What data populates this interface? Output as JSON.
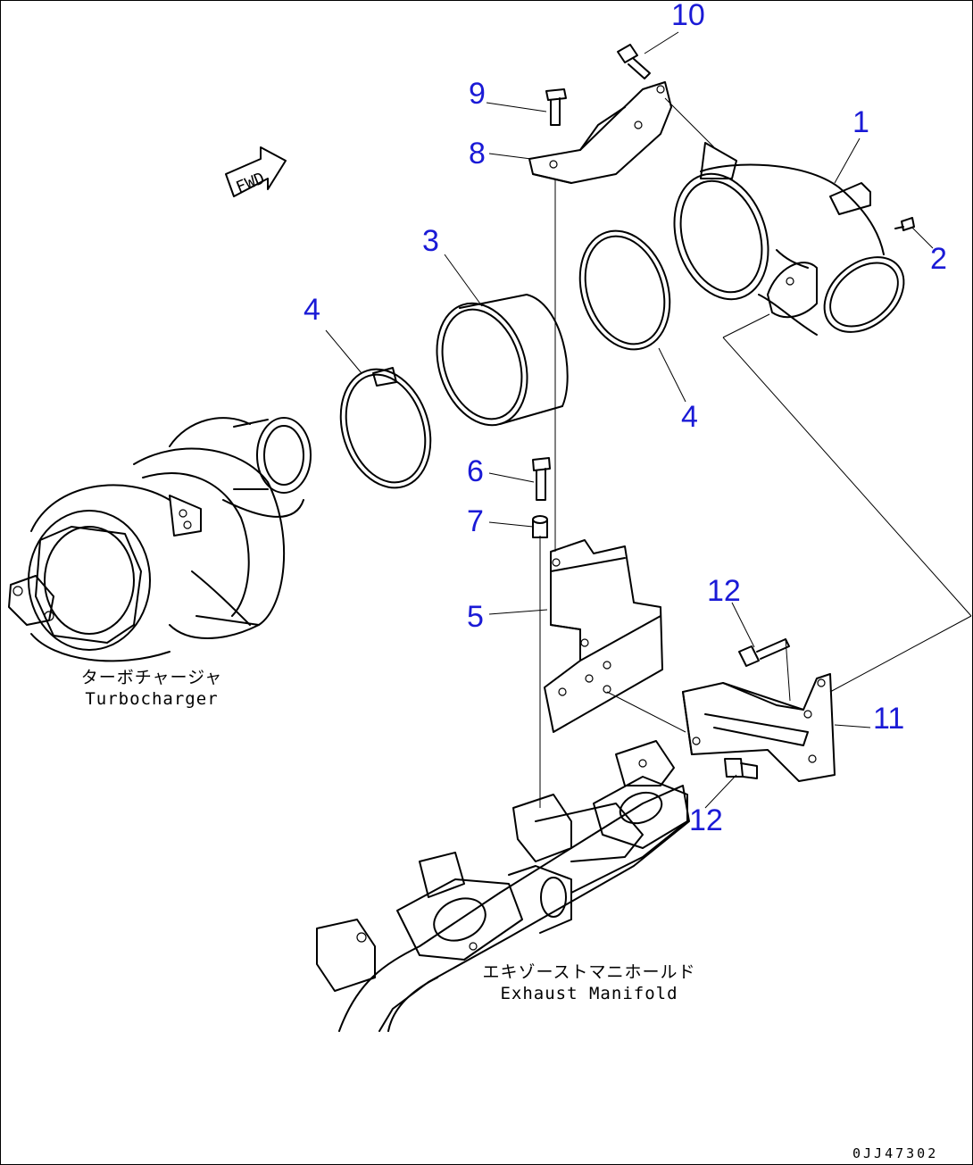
{
  "callouts": {
    "c1": "1",
    "c2": "2",
    "c3": "3",
    "c4a": "4",
    "c4b": "4",
    "c5": "5",
    "c6": "6",
    "c7": "7",
    "c8": "8",
    "c9": "9",
    "c10": "10",
    "c11": "11",
    "c12a": "12",
    "c12b": "12"
  },
  "labels": {
    "turbo_jp": "ターボチャージャ",
    "turbo_en": "Turbocharger",
    "manifold_jp": "エキゾーストマニホールド",
    "manifold_en": "Exhaust Manifold",
    "fwd": "FWD",
    "drawing_code": "0JJ47302"
  },
  "colors": {
    "callout": "#1a1ad6",
    "line": "#000000"
  }
}
